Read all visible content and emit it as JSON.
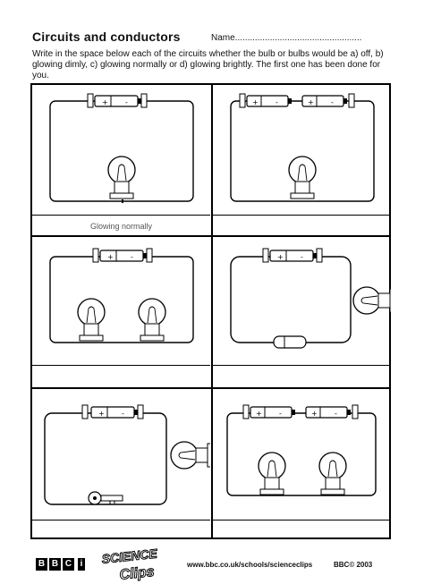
{
  "header": {
    "title": "Circuits and conductors",
    "name_label": "Name..................................................."
  },
  "instructions": "Write in the space below each of the circuits whether the bulb or bulbs would be a) off, b) glowing dimly, c) glowing normally or d) glowing brightly. The first one has been done for you.",
  "circuits": [
    {
      "id": 1,
      "answer": "Glowing normally"
    },
    {
      "id": 2,
      "answer": ""
    },
    {
      "id": 3,
      "answer": ""
    },
    {
      "id": 4,
      "answer": ""
    },
    {
      "id": 5,
      "answer": ""
    },
    {
      "id": 6,
      "answer": ""
    }
  ],
  "footer": {
    "bbc_letters": [
      "B",
      "B",
      "C"
    ],
    "bbc_i": "i",
    "logo_word_1": "SCIENCE",
    "logo_word_2": "Clips",
    "url": "www.bbc.co.uk/schools/scienceclips",
    "copyright": "BBC© 2003"
  }
}
